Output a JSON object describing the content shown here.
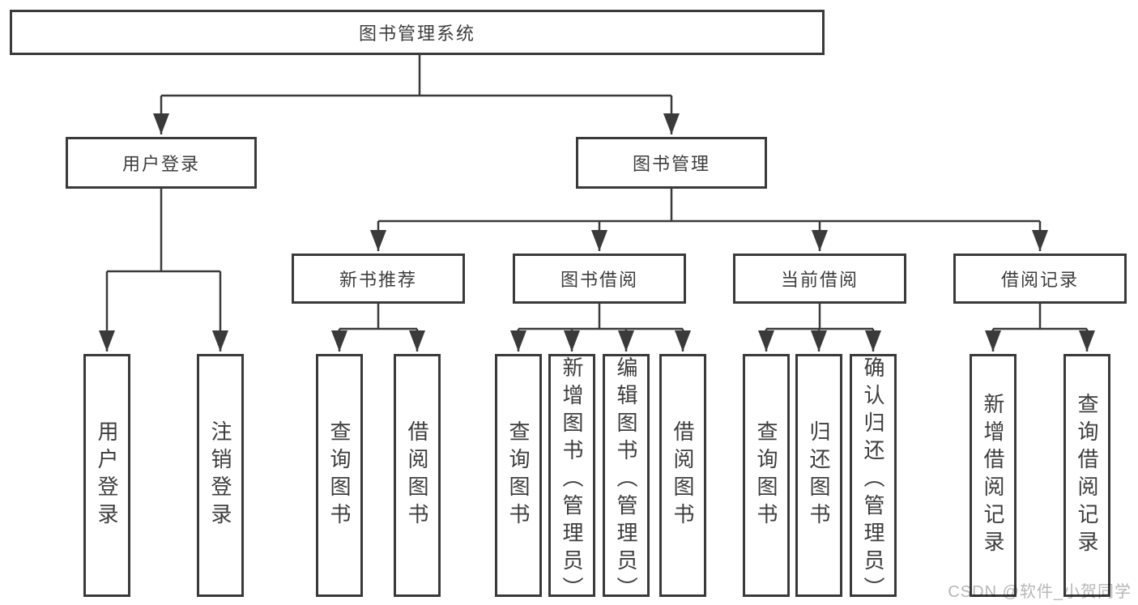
{
  "tree": {
    "root": {
      "label": "图书管理系统",
      "children": [
        {
          "label": "用户登录",
          "children": [
            {
              "label": "用户登录"
            },
            {
              "label": "注销登录"
            }
          ]
        },
        {
          "label": "图书管理",
          "children": [
            {
              "label": "新书推荐",
              "children": [
                {
                  "label": "查询图书"
                },
                {
                  "label": "借阅图书"
                }
              ]
            },
            {
              "label": "图书借阅",
              "children": [
                {
                  "label": "查询图书"
                },
                {
                  "label": "新增图书（管理员）"
                },
                {
                  "label": "编辑图书（管理员）"
                },
                {
                  "label": "借阅图书"
                }
              ]
            },
            {
              "label": "当前借阅",
              "children": [
                {
                  "label": "查询图书"
                },
                {
                  "label": "归还图书"
                },
                {
                  "label": "确认归还（管理员）"
                }
              ]
            },
            {
              "label": "借阅记录",
              "children": [
                {
                  "label": "新增借阅记录"
                },
                {
                  "label": "查询借阅记录"
                }
              ]
            }
          ]
        }
      ]
    }
  },
  "watermark": {
    "label": "CSDN @软件_小贺同学"
  },
  "colors": {
    "line": "#3a3a3a",
    "text": "#3d3d3d",
    "node_fill": "#ffffff",
    "watermark": "#b7b7b7",
    "background": "#ffffff"
  }
}
